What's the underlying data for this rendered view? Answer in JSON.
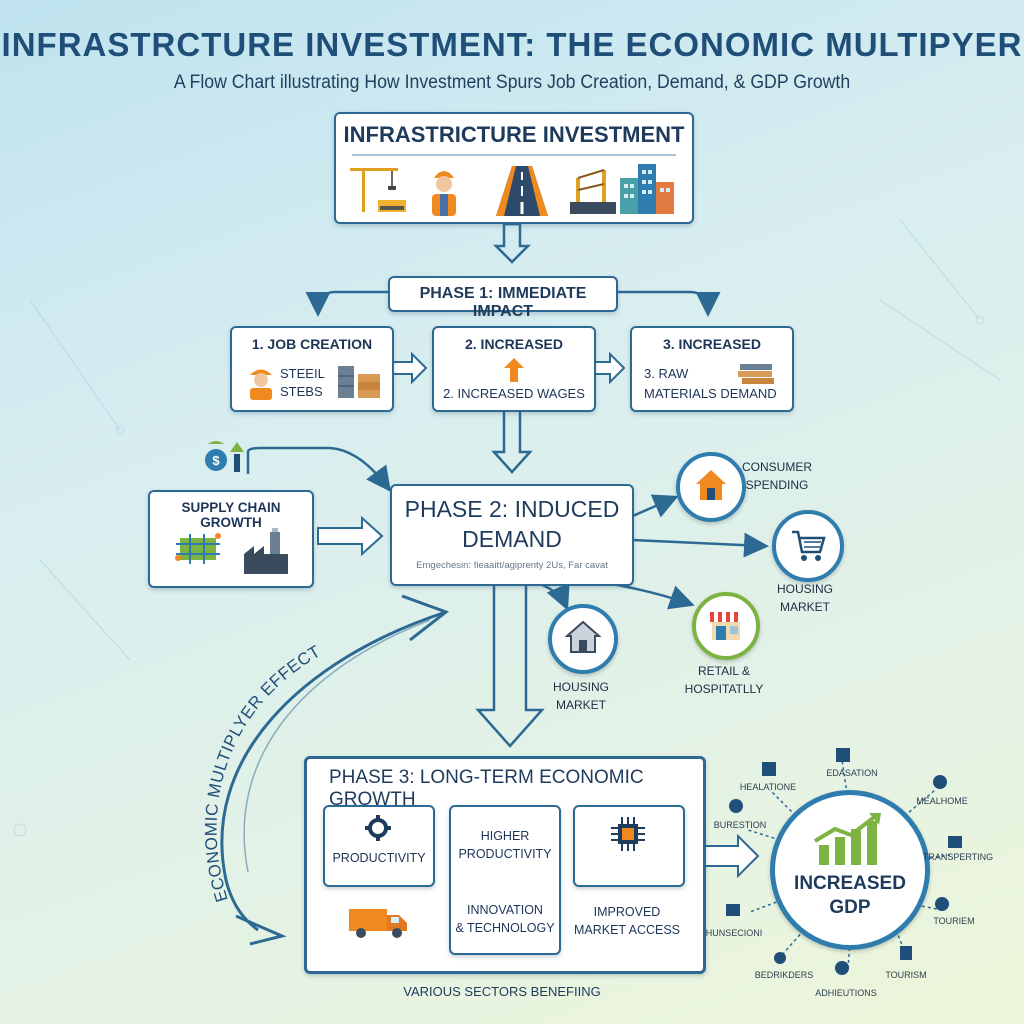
{
  "header": {
    "title": "INFRASTRCTURE INVESTMENT: THE ECONOMIC MULTIPYER",
    "subtitle": "A Flow Chart illustrating How Investment Spurs Job Creation, Demand, & GDP Growth"
  },
  "top_box": {
    "title": "INFRASTRICTURE INVESTMENT"
  },
  "phase1": {
    "label": "PHASE 1: IMMEDIATE IMPACT",
    "box1": {
      "title": "1. JOB CREATION",
      "line1": "STEEIL",
      "line2": "STEBS"
    },
    "box2": {
      "title": "2. INCREASED",
      "sub": "2. INCREASED WAGES"
    },
    "box3": {
      "title": "3. INCREASED",
      "line1": "3. RAW",
      "line2": "MATERIALS DEMAND"
    }
  },
  "supply_chain": {
    "title": "SUPPLY CHAIN GROWTH"
  },
  "phase2": {
    "title_line1": "PHASE 2: INDUCED",
    "title_line2": "DEMAND",
    "caption": "Emgechesin: fieaaitt/agiprenty 2Us, Far cavat"
  },
  "nodes": {
    "consumer_line1": "CONSUMER",
    "consumer_line2": "SPENDING",
    "housing_right_line1": "HOUSING",
    "housing_right_line2": "MARKET",
    "retail_line1": "RETAIL &",
    "retail_line2": "HOSPITATLLY",
    "housing_left_line1": "HOUSING",
    "housing_left_line2": "MARKET"
  },
  "multiplier_label": "ECONOMIC MULTIPLYER EFFECT",
  "phase3": {
    "title": "PHASE 3: LONG-TERM ECONOMIC GROWTH",
    "box1": "PRODUCTIVITY",
    "box2_top1": "HIGHER",
    "box2_top2": "PRODUCTIVITY",
    "box2_bot1": "INNOVATION",
    "box2_bot2": "& TECHNOLOGY",
    "box3_line1": "IMPROVED",
    "box3_line2": "MARKET ACCESS"
  },
  "footer": "VARIOUS SECTORS BENEFIING",
  "gdp": {
    "line1": "INCREASED",
    "line2": "GDP",
    "satellites": [
      "HEALATIONE",
      "EDASATION",
      "MEALHOME",
      "BURESTION",
      "TRANSPERTING",
      "TOURIEM",
      "HUNSECIONI",
      "TOURISM",
      "BEDRIKDERS",
      "ADHIEUTIONS"
    ]
  },
  "colors": {
    "primary": "#2d6a93",
    "accent_orange": "#f28c28",
    "accent_green": "#7cb342",
    "title": "#1f4e79"
  }
}
